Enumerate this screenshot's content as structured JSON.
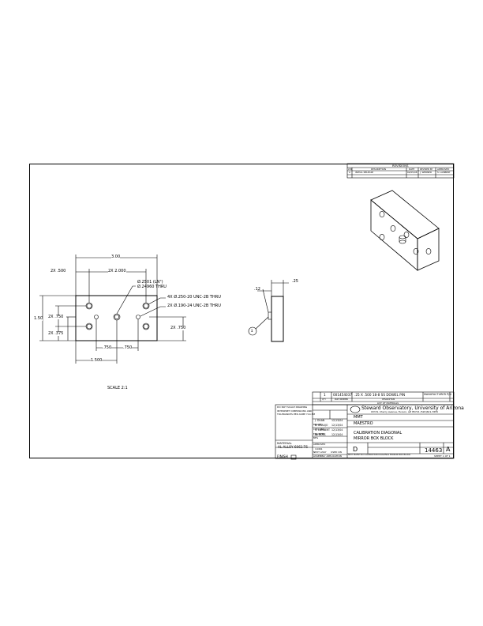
{
  "revisions": {
    "title": "REVISIONS",
    "headers": [
      "LTR",
      "DESCRIPTION",
      "DATE",
      "REVISED BY",
      "APPROVED"
    ],
    "rows": [
      [
        "A",
        "INITIAL RELEASE",
        "02/05/08",
        "J. WERNER",
        "S. LAMBERT"
      ]
    ]
  },
  "drawing": {
    "overall_width": "3.00",
    "dim_2x_500": "2X .500",
    "dim_2x_2000": "2X 2.000",
    "hole_callout_1": "Ø.2501 (LN\")",
    "hole_callout_2": "Ø.24960 THRU",
    "tap_callout_1": "4X Ø.250-20 UNC-2B THRU",
    "tap_callout_2": "2X Ø.190-24 UNC-2B THRU",
    "dim_height": "1.50",
    "dim_2x_750_left": "2X .750",
    "dim_2x_375": "2X .375",
    "dim_2x_750_right": "2X .750",
    "dim_750_a": ".750",
    "dim_750_b": ".750",
    "dim_1500": "1.500",
    "scale": "SCALE 2:1",
    "side_dim_top": ".25",
    "side_dim_left": ".12",
    "balloon": "1"
  },
  "bom": {
    "qty": "1",
    "part_number": "001454037",
    "description": ".25 X .500 18-8 SS DOWEL PIN",
    "material": "MANUFACTURER P/N",
    "col_qty": "QTY",
    "col_part": "PART NUMBER",
    "col_desc": "DESCRIPTION",
    "title": "LIST OF MATERIALS"
  },
  "title_block": {
    "org_line1": "Steward Observatory, University of Arizona",
    "org_line2": "933 N. Cherry Avenue, Tucson, AZ 85721  (520)621-7655",
    "project": "MMT",
    "subproject": "MAESTRO",
    "title_line1": "CALIBRATION DIAGONAL",
    "title_line2": "MIRROR BOX BLOCK",
    "size": "D",
    "drawing_no": "14463",
    "revision": "A",
    "sheet": "SHEET 1 OF 1",
    "drawn_label": "DRAWN",
    "drawn_by": "J. DUAN",
    "drawn_date": "12/13/04",
    "checked_label": "CHECKED",
    "checked_by": "B. ARAUJO",
    "checked_date": "12/13/04",
    "eng_label": "ENGINEER",
    "eng_by": "S. LAMBERT",
    "eng_date": "12/13/04",
    "mfg_label": "MFG",
    "mfg_by": "W. ROSS",
    "mfg_date": "12/13/04",
    "approved_label": "APPROVED",
    "notes_header": "DO NOT SCALE DRAWING",
    "notes_1": "INTERPRET DIMENSIONS AND",
    "notes_2": "TOLERANCES PER ASME Y14.5M",
    "material_label": "MATERIAL",
    "material": "AL ALLOY 6061-T6",
    "finish_label": "FINISH",
    "next_assy": "NEXT ASSY",
    "used_on": "USED ON",
    "assy_no": "14461",
    "application": "ASSEMBLY APPLICATION",
    "filename": "MMT MAESTRO CALIBRATION DIAGONAL MIRROR BOX BLOCK"
  }
}
